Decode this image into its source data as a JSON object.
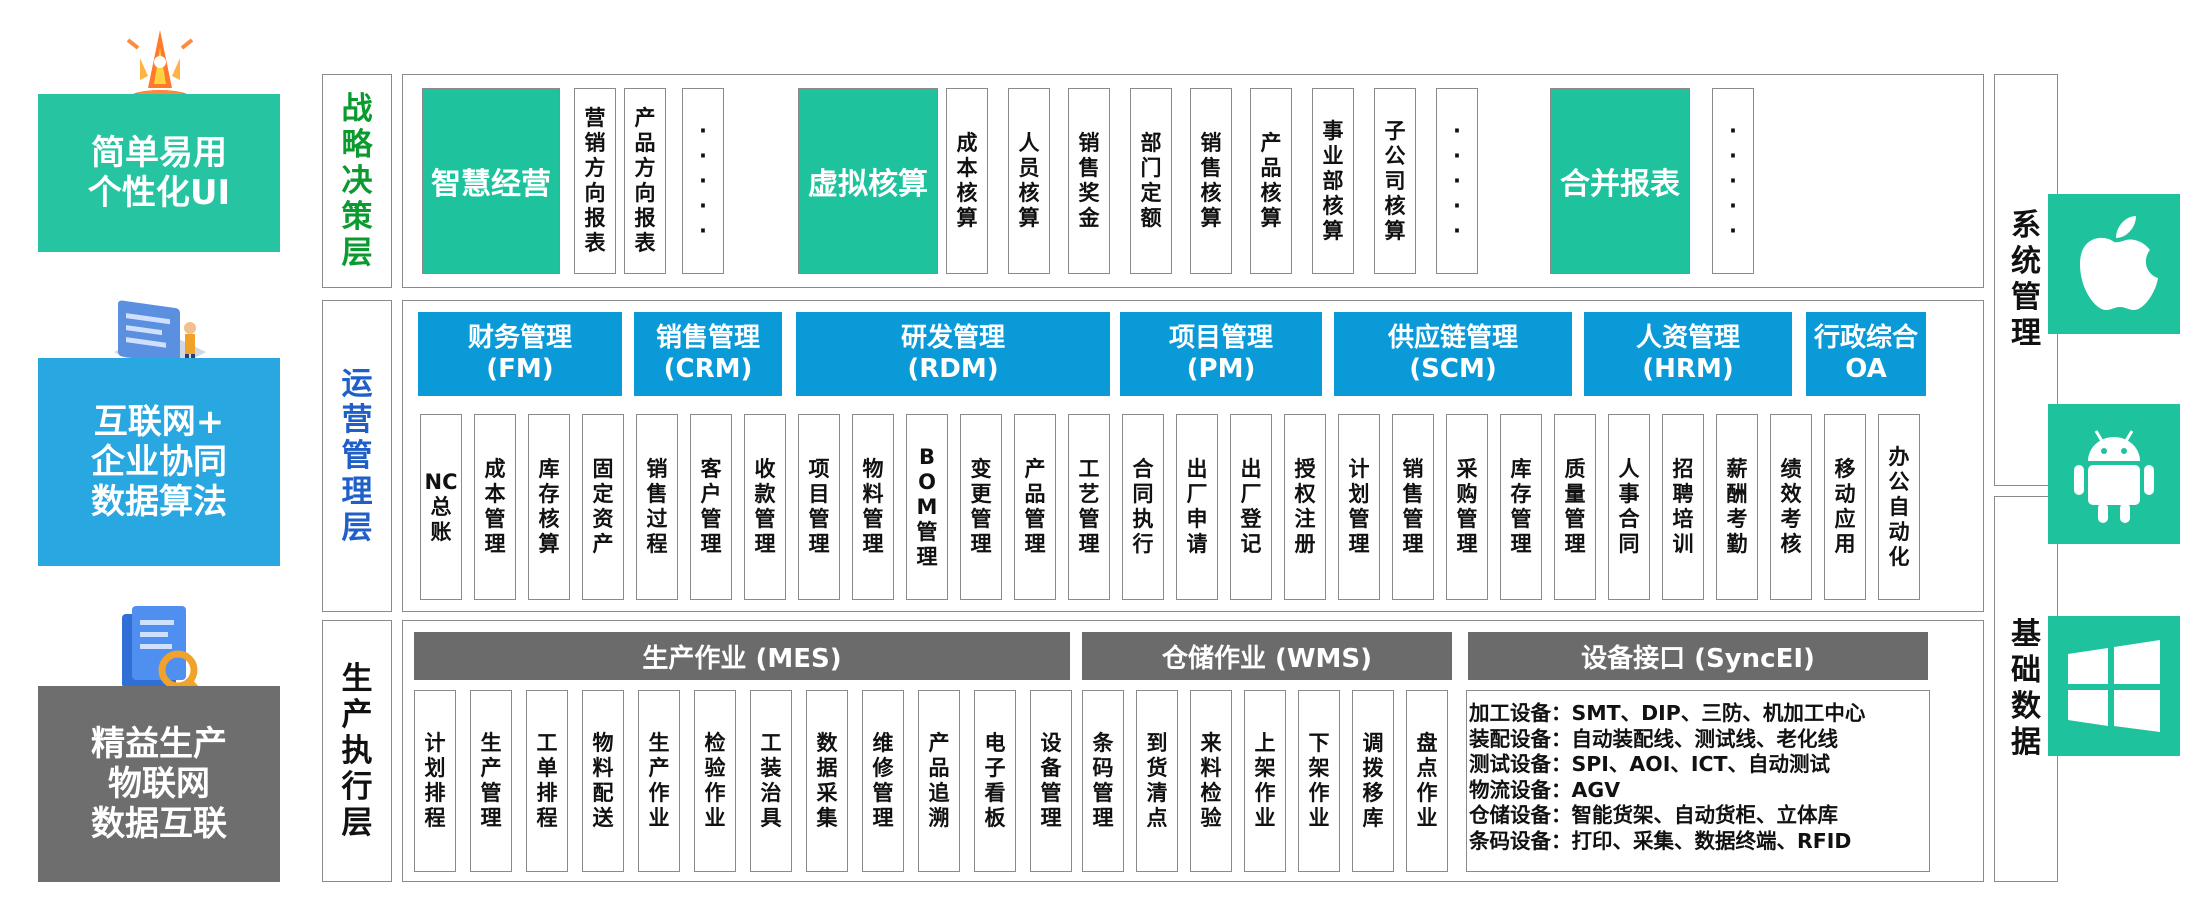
{
  "left_features": [
    {
      "text": "简单易用\n个性化UI",
      "color": "#27c4a2",
      "icon": "rocket-icon"
    },
    {
      "text": "互联网+\n企业协同\n数据算法",
      "color": "#29a7e1",
      "icon": "dashboard-person-icon"
    },
    {
      "text": "精益生产\n物联网\n数据互联",
      "color": "#6e6e6e",
      "icon": "document-search-icon"
    }
  ],
  "layers": {
    "strategy": {
      "title": "战\n略\n决\n策\n层",
      "title_color": "#0a9a2e",
      "groups": [
        {
          "main": "智慧经营",
          "items": [
            "营\n销\n方\n向\n报\n表",
            "产\n品\n方\n向\n报\n表",
            "·\n·\n·\n·\n·"
          ]
        },
        {
          "main": "虚拟核算",
          "items": [
            "成\n本\n核\n算",
            "人\n员\n核\n算",
            "销\n售\n奖\n金",
            "部\n门\n定\n额",
            "销\n售\n核\n算",
            "产\n品\n核\n算",
            "事\n业\n部\n核\n算",
            "子\n公\n司\n核\n算",
            "·\n·\n·\n·\n·"
          ]
        },
        {
          "main": "合并报表",
          "items": [
            "·\n·\n·\n·\n·"
          ]
        }
      ]
    },
    "operations": {
      "title": "运\n营\n管\n理\n层",
      "title_color": "#1f5fc8",
      "modules": [
        {
          "name": "财务管理\n(FM)",
          "items": [
            "NC\n总\n账",
            "成\n本\n管\n理",
            "库\n存\n核\n算",
            "固\n定\n资\n产"
          ]
        },
        {
          "name": "销售管理\n(CRM)",
          "items": [
            "销\n售\n过\n程",
            "客\n户\n管\n理",
            "收\n款\n管\n理"
          ]
        },
        {
          "name": "研发管理\n(RDM)",
          "items": [
            "项\n目\n管\n理",
            "物\n料\n管\n理",
            "B\nO\nM\n管\n理",
            "变\n更\n管\n理",
            "产\n品\n管\n理",
            "工\n艺\n管\n理"
          ]
        },
        {
          "name": "项目管理\n(PM)",
          "items": [
            "合\n同\n执\n行",
            "出\n厂\n申\n请",
            "出\n厂\n登\n记",
            "授\n权\n注\n册"
          ]
        },
        {
          "name": "供应链管理\n(SCM)",
          "items": [
            "计\n划\n管\n理",
            "销\n售\n管\n理",
            "采\n购\n管\n理",
            "库\n存\n管\n理",
            "质\n量\n管\n理"
          ]
        },
        {
          "name": "人资管理\n(HRM)",
          "items": [
            "人\n事\n合\n同",
            "招\n聘\n培\n训",
            "薪\n酬\n考\n勤",
            "绩\n效\n考\n核"
          ]
        },
        {
          "name": "行政综合\nOA",
          "items": [
            "移\n动\n应\n用",
            "办\n公\n自\n动\n化"
          ]
        }
      ]
    },
    "production": {
      "title": "生\n产\n执\n行\n层",
      "title_color": "#111111",
      "modules": [
        {
          "name": "生产作业 (MES)",
          "items": [
            "计\n划\n排\n程",
            "生\n产\n管\n理",
            "工\n单\n排\n程",
            "物\n料\n配\n送",
            "生\n产\n作\n业",
            "检\n验\n作\n业",
            "工\n装\n治\n具",
            "数\n据\n采\n集",
            "维\n修\n管\n理",
            "产\n品\n追\n溯",
            "电\n子\n看\n板",
            "设\n备\n管\n理"
          ]
        },
        {
          "name": "仓储作业 (WMS)",
          "items": [
            "条\n码\n管\n理",
            "到\n货\n清\n点",
            "来\n料\n检\n验",
            "上\n架\n作\n业",
            "下\n架\n作\n业",
            "调\n拨\n移\n库",
            "盘\n点\n作\n业"
          ]
        },
        {
          "name": "设备接口 (SyncEI)",
          "devices": "加工设备：SMT、DIP、三防、机加工中心\n装配设备：自动装配线、测试线、老化线\n测试设备：SPI、AOI、ICT、自动测试\n物流设备：AGV\n仓储设备：智能货架、自动货柜、立体库\n条码设备：打印、采集、数据终端、RFID"
        }
      ]
    }
  },
  "right_titles": {
    "system": "系\n统\n管\n理",
    "basic": "基\n础\n数\n据"
  },
  "platforms": [
    {
      "name": "apple-icon",
      "color": "#1ec39e"
    },
    {
      "name": "android-icon",
      "color": "#1ec39e"
    },
    {
      "name": "windows-icon",
      "color": "#1ec39e"
    }
  ]
}
